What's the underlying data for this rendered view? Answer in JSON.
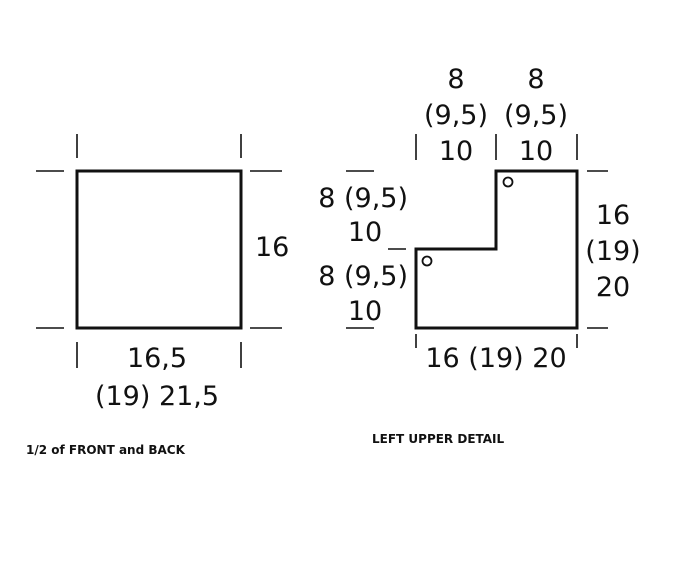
{
  "front_back": {
    "height_label": "16",
    "width_label_line1": "16,5",
    "width_label_line2": "(19) 21,5",
    "caption": "1/2 of FRONT and BACK"
  },
  "upper_detail": {
    "top_left_line1": "8",
    "top_left_line2": "(9,5)",
    "top_left_line3": "10",
    "top_right_line1": "8",
    "top_right_line2": "(9,5)",
    "top_right_line3": "10",
    "left_upper_line1": "8 (9,5)",
    "left_upper_line2": "10",
    "left_lower_line1": "8 (9,5)",
    "left_lower_line2": "10",
    "right_line1": "16",
    "right_line2": "(19)",
    "right_line3": "20",
    "bottom_label": "16 (19) 20",
    "caption": "LEFT UPPER DETAIL"
  }
}
